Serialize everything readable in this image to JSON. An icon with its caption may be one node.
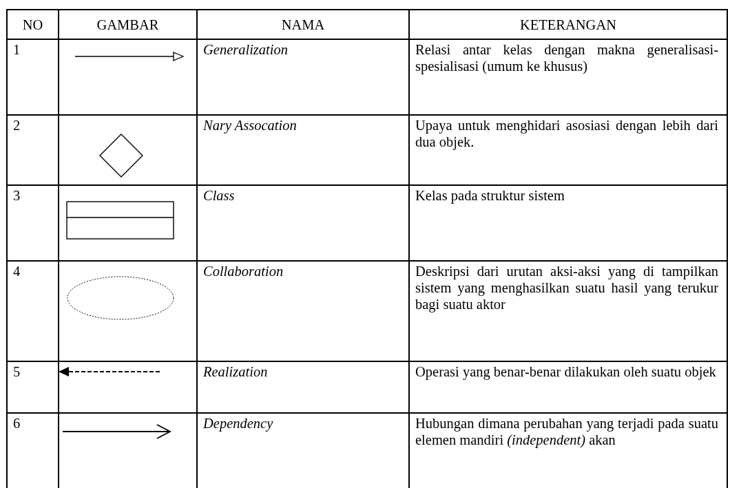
{
  "diagram": {
    "labels": [
      "NO",
      "GAMBAR",
      "NAMA",
      "KETERANGAN",
      "1",
      "Generalization",
      "Relasi antar kelas dengan makna generalisasi-spesialisasi (umum ke khusus)",
      "2",
      "Nary Assocation",
      "Upaya untuk menghidari asosiasi dengan lebih dari dua objek.",
      "3",
      "Class",
      "Kelas pada struktur sistem",
      "4",
      "Collaboration",
      "Deskripsi dari urutan aksi-aksi yang di tampilkan sistem yang menghasilkan suatu hasil yang terukur bagi suatu aktor",
      "5",
      "Realization",
      "Operasi yang benar-benar dilakukan oleh suatu objek",
      "6",
      "Dependency",
      "Hubungan dimana perubahan yang terjadi pada suatu elemen mandiri *(independent)* akan"
    ]
  }
}
